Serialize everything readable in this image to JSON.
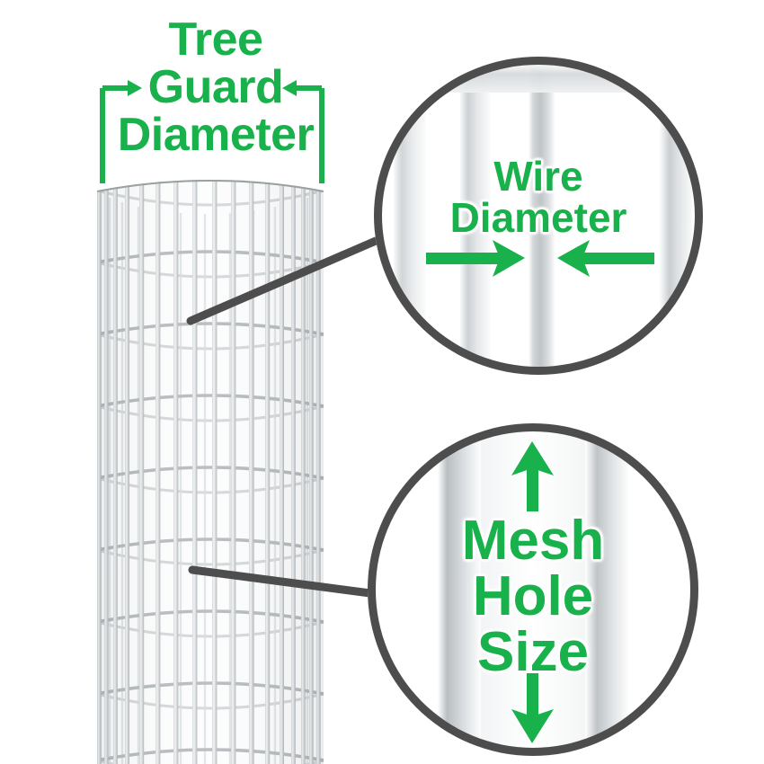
{
  "diagram": {
    "title": "Tree Guard Wire Mesh Measurement Diagram",
    "accent_green": "#18b14b",
    "outline_gray": "#4d4d4d",
    "wire_gray": "#b8bcbe",
    "background": "#ffffff"
  },
  "dimension_label": {
    "name": "tree-guard-diameter",
    "line1": "Tree",
    "line2": "Guard",
    "line3": "Diameter",
    "bracket": {
      "arrow_left_icon": "arrow-right-icon",
      "arrow_right_icon": "arrow-left-icon",
      "color": "#18b14b"
    }
  },
  "callouts": [
    {
      "id": "wire-diameter",
      "line1": "Wire",
      "line2": "Diameter",
      "arrows": [
        "arrow-right-icon",
        "arrow-left-icon"
      ],
      "arrow_direction": "inward-horizontal",
      "leader": "mesh-to-wire-callout"
    },
    {
      "id": "mesh-hole-size",
      "line1": "Mesh",
      "line2": "Hole",
      "line3": "Size",
      "arrows": [
        "arrow-up-icon",
        "arrow-down-icon"
      ],
      "arrow_direction": "outward-vertical",
      "leader": "mesh-to-mesh-callout"
    }
  ],
  "subject": {
    "name": "wire-mesh-tree-guard-cylinder",
    "description": "galvanized welded wire mesh cylinder"
  }
}
